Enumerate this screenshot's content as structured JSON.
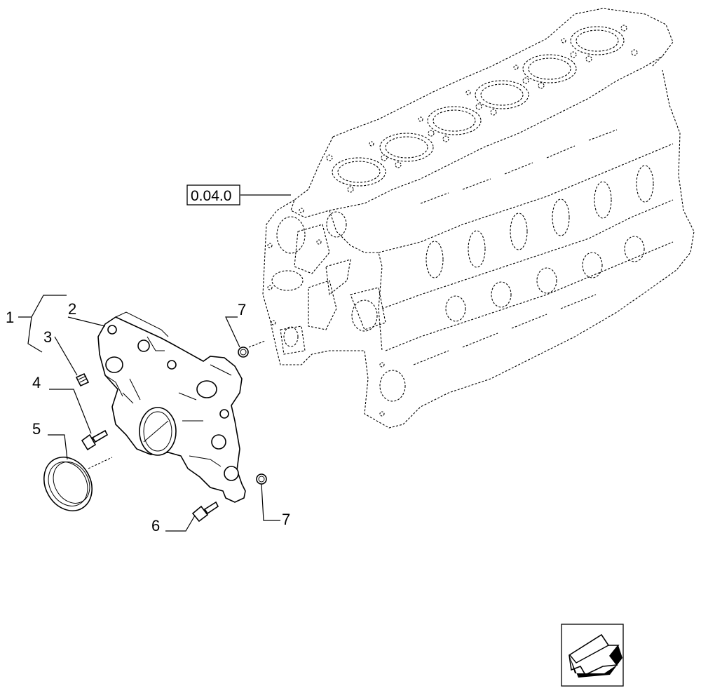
{
  "reference_box": {
    "label": "0.04.0"
  },
  "callouts": [
    {
      "number": "1",
      "part": "timing-cover-assembly"
    },
    {
      "number": "2",
      "part": "timing-cover"
    },
    {
      "number": "3",
      "part": "dowel-pin"
    },
    {
      "number": "4",
      "part": "flange-screw"
    },
    {
      "number": "5",
      "part": "oil-seal-ring"
    },
    {
      "number": "6",
      "part": "flange-screw"
    },
    {
      "number": "7",
      "part": "bushing-upper"
    },
    {
      "number": "7",
      "part": "bushing-lower"
    }
  ],
  "nav_icon": {
    "name": "arrow-left-down-icon"
  },
  "colors": {
    "line": "#000000",
    "background": "#ffffff"
  }
}
